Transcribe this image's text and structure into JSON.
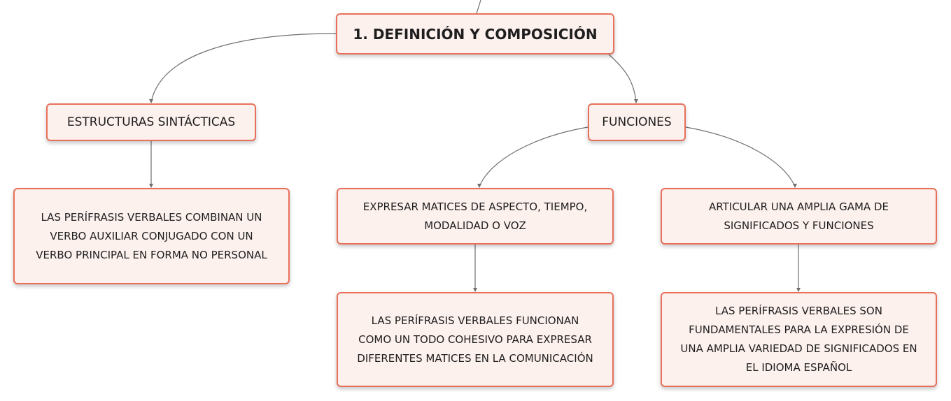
{
  "diagram": {
    "root": {
      "label": "1. DEFINICIÓN Y COMPOSICIÓN"
    },
    "estructuras": {
      "label": "ESTRUCTURAS SINTÁCTICAS"
    },
    "funciones": {
      "label": "FUNCIONES"
    },
    "estructuras_detail": {
      "lines": [
        "LAS PERÍFRASIS VERBALES COMBINAN UN",
        "VERBO AUXILIAR CONJUGADO CON UN",
        "VERBO PRINCIPAL EN FORMA NO PERSONAL"
      ]
    },
    "expresar": {
      "lines": [
        "EXPRESAR MATICES DE ASPECTO, TIEMPO,",
        "MODALIDAD O VOZ"
      ]
    },
    "articular": {
      "lines": [
        "ARTICULAR UNA AMPLIA GAMA DE",
        "SIGNIFICADOS Y FUNCIONES"
      ]
    },
    "expresar_detail": {
      "lines": [
        "LAS PERÍFRASIS VERBALES FUNCIONAN",
        "COMO UN TODO COHESIVO PARA EXPRESAR",
        "DIFERENTES MATICES EN LA COMUNICACIÓN"
      ]
    },
    "articular_detail": {
      "lines": [
        "LAS PERÍFRASIS VERBALES SON",
        "FUNDAMENTALES PARA LA EXPRESIÓN DE",
        "UNA AMPLIA VARIEDAD DE SIGNIFICADOS EN",
        "EL IDIOMA ESPAÑOL"
      ]
    },
    "colors": {
      "node_border": "#e8705a",
      "node_fill": "#fdf1ee",
      "edge": "#6e6e6e"
    }
  }
}
